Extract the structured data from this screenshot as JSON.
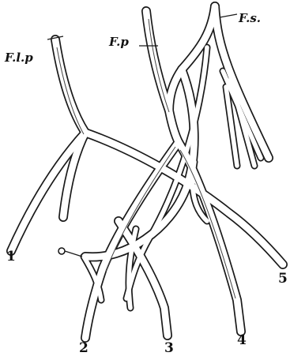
{
  "labels": {
    "fs": "F.s.",
    "fp": "F.p",
    "flp": "F.l.p",
    "n1": "1",
    "n2": "2",
    "n3": "3",
    "n4": "4",
    "n5": "5"
  }
}
